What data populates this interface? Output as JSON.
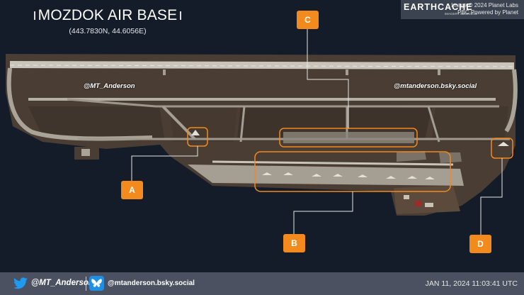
{
  "header": {
    "title": "MOZDOK AIR BASE",
    "coordinates": "(443.7830N, 44.6056E)",
    "flag_icon": "russian-flag-icon"
  },
  "provider": {
    "logo": "EARTHCACHE",
    "tagline": "IMAGERY SOURCING",
    "credit_line1": "Image © 2024 Planet Labs",
    "credit_line2": "PBC Powered by Planet"
  },
  "watermarks": {
    "twitter": "@MT_Anderson",
    "bluesky": "@mtanderson.bsky.social"
  },
  "markers": {
    "a": "A",
    "b": "B",
    "c": "C",
    "d": "D"
  },
  "footer": {
    "twitter_handle": "@MT_Anderson",
    "bluesky_handle": "@mtanderson.bsky.social",
    "date": "JAN 11, 2024 11:03:41 UTC"
  },
  "colors": {
    "background": "#141c2a",
    "accent": "#f28a1e",
    "footer": "#4b5160"
  }
}
